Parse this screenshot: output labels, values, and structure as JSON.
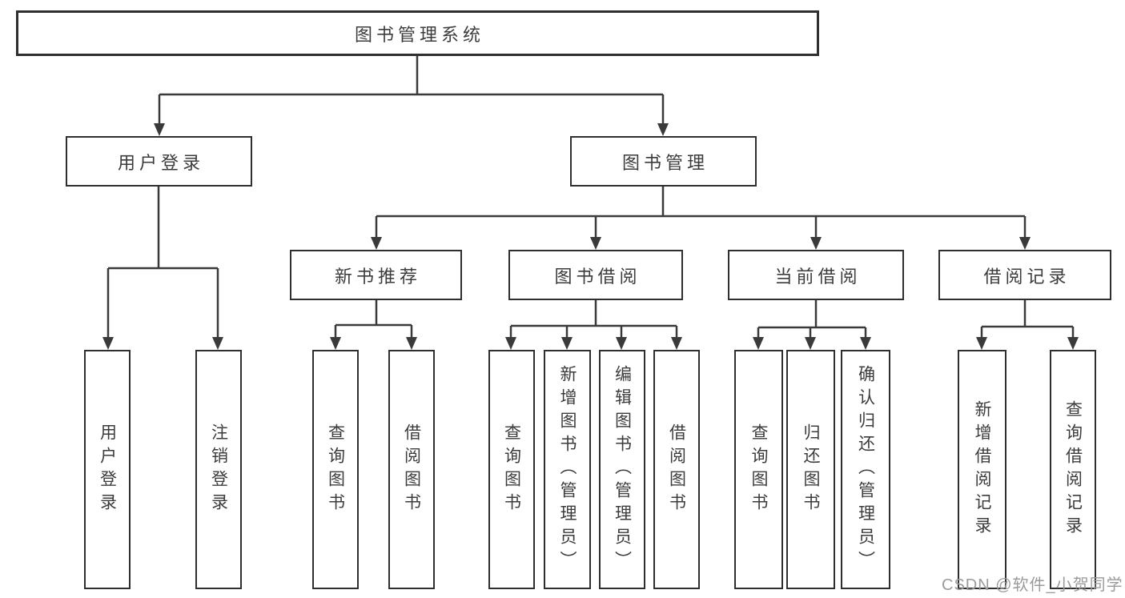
{
  "tree": {
    "label": "图书管理系统",
    "children": [
      {
        "label": "用户登录",
        "children": [
          {
            "label": "用户登录"
          },
          {
            "label": "注销登录"
          }
        ]
      },
      {
        "label": "图书管理",
        "children": [
          {
            "label": "新书推荐",
            "children": [
              {
                "label": "查询图书"
              },
              {
                "label": "借阅图书"
              }
            ]
          },
          {
            "label": "图书借阅",
            "children": [
              {
                "label": "查询图书"
              },
              {
                "label": "新增图书（管理员）"
              },
              {
                "label": "编辑图书（管理员）"
              },
              {
                "label": "借阅图书"
              }
            ]
          },
          {
            "label": "当前借阅",
            "children": [
              {
                "label": "查询图书"
              },
              {
                "label": "归还图书"
              },
              {
                "label": "确认归还（管理员）"
              }
            ]
          },
          {
            "label": "借阅记录",
            "children": [
              {
                "label": "新增借阅记录"
              },
              {
                "label": "查询借阅记录"
              }
            ]
          }
        ]
      }
    ]
  },
  "watermark": {
    "text": "CSDN @软件_小贺同学"
  },
  "colors": {
    "line": "#3a3a3a",
    "box_border": "#2f2f2f",
    "text": "#3c3c3c",
    "watermark": "#9b9b9b",
    "background": "#ffffff"
  }
}
